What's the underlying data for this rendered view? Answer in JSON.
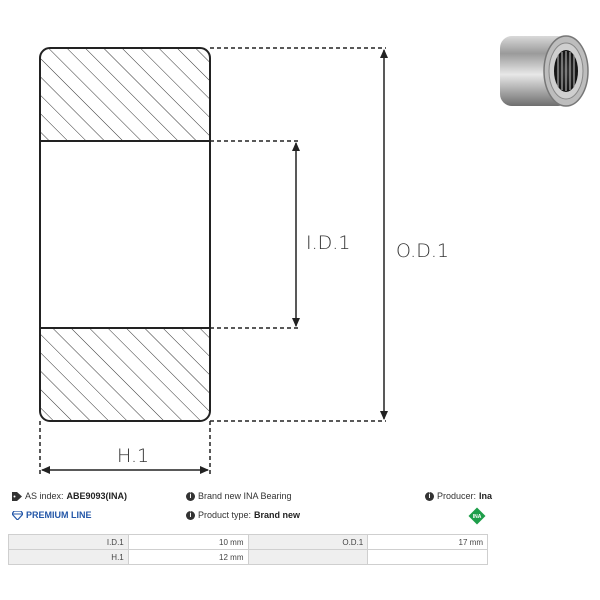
{
  "drawing": {
    "labels": {
      "id": "I.D.1",
      "od": "O.D.1",
      "h": "H.1"
    }
  },
  "photo": {
    "icon": "needle-roller-bearing-photo"
  },
  "info": {
    "as_index_prefix": "AS index:",
    "as_index_value": "ABE9093(INA)",
    "brand_line": "Brand new INA Bearing",
    "producer_label": "Producer:",
    "producer_value": "Ina",
    "premium_label": "PREMIUM LINE",
    "product_type_label": "Product type:",
    "product_type_value": "Brand new",
    "colors": {
      "premium": "#2457a8",
      "brand_green": "#1e9e4a"
    }
  },
  "specs": {
    "rows": [
      {
        "k1": "I.D.1",
        "v1": "10 mm",
        "k2": "O.D.1",
        "v2": "17 mm"
      },
      {
        "k1": "H.1",
        "v1": "12 mm",
        "k2": "",
        "v2": ""
      }
    ]
  }
}
